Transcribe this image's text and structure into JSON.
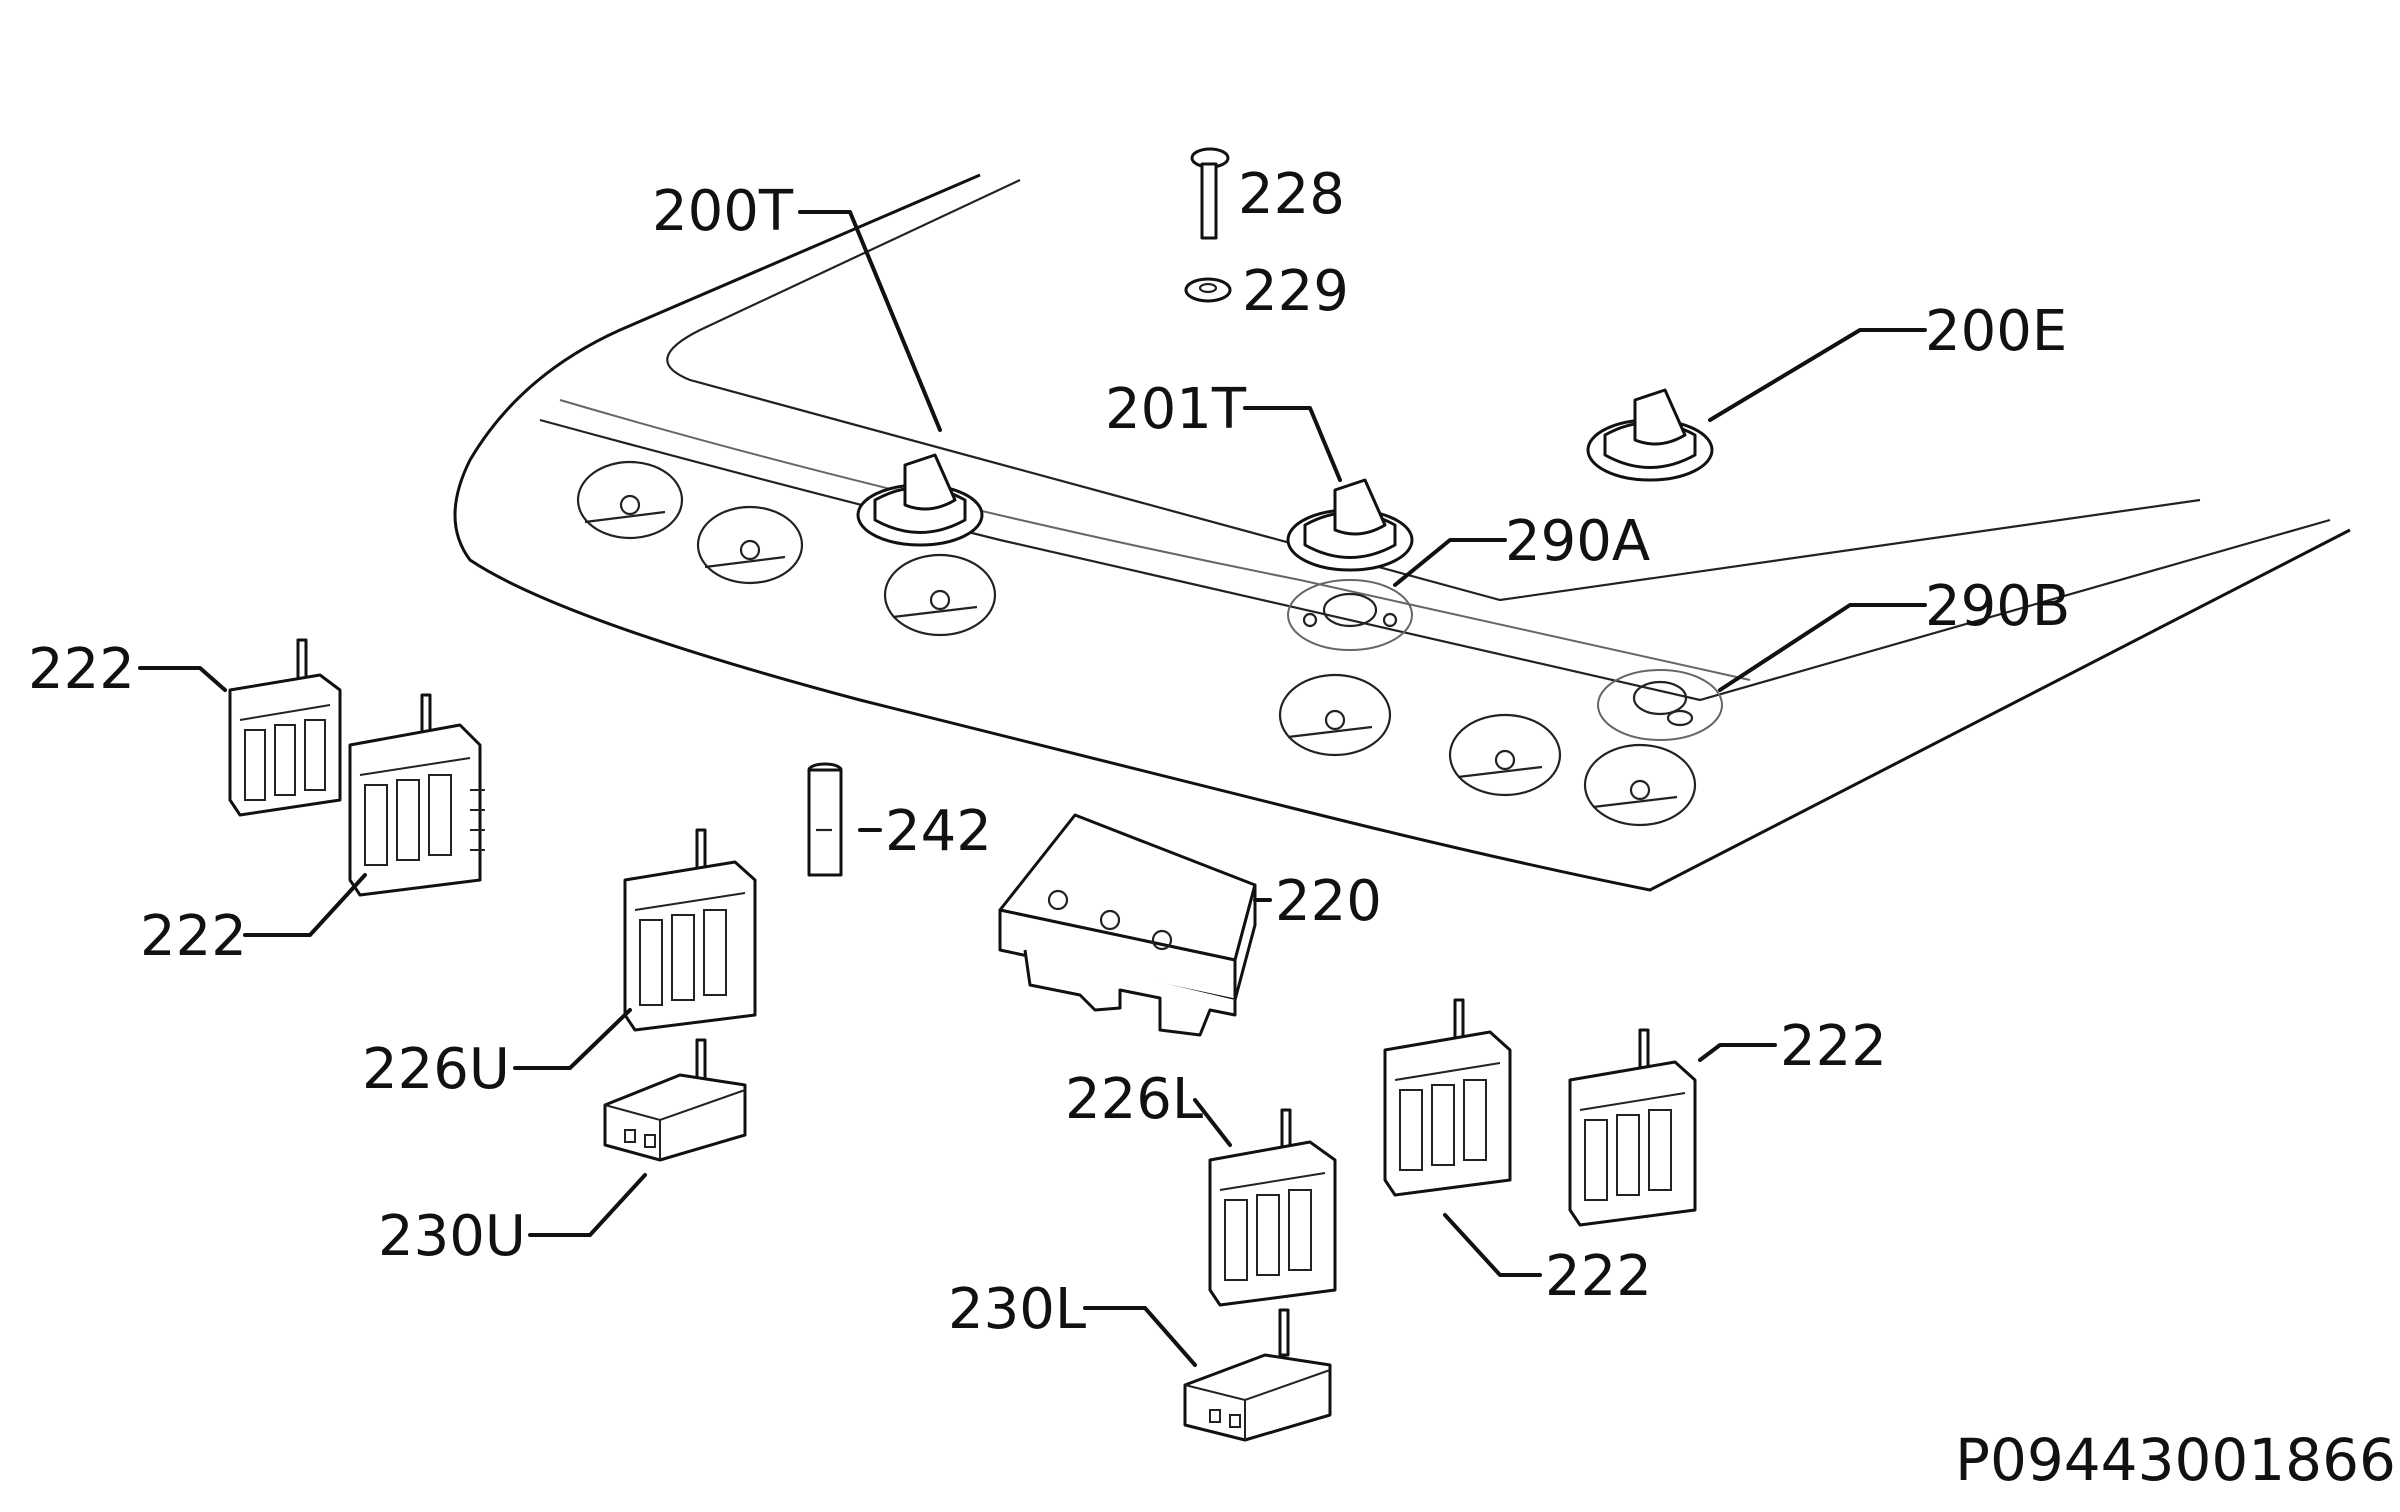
{
  "labels": {
    "l_200T": "200T",
    "l_228": "228",
    "l_229": "229",
    "l_200E": "200E",
    "l_201T": "201T",
    "l_290A": "290A",
    "l_290B": "290B",
    "l_222_a": "222",
    "l_222_b": "222",
    "l_242": "242",
    "l_220": "220",
    "l_226U": "226U",
    "l_230U": "230U",
    "l_226L": "226L",
    "l_222_c": "222",
    "l_222_d": "222",
    "l_230L": "230L"
  },
  "drawing_id": "P09443001866"
}
